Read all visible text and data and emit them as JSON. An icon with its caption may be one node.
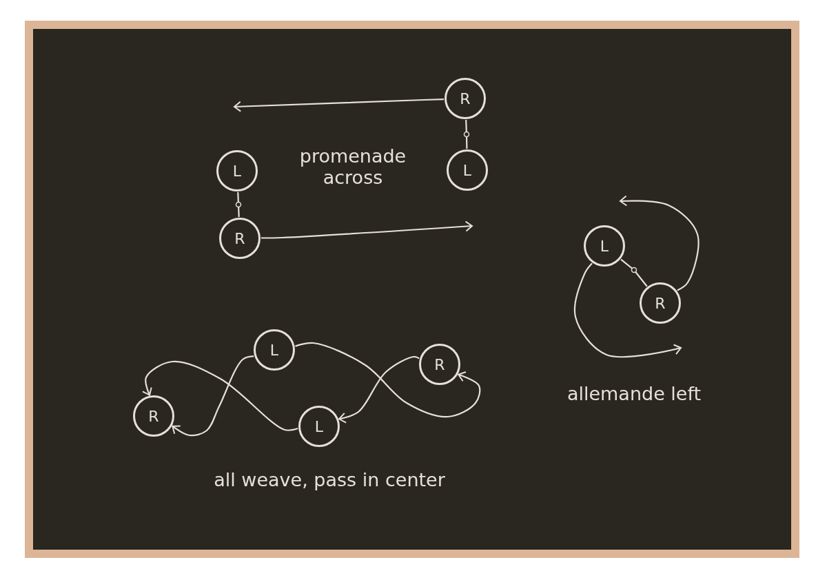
{
  "diagram": {
    "nodes": [
      {
        "text": [
          "R"
        ]
      },
      {
        "text": [
          "L"
        ]
      },
      {
        "text": [
          "L"
        ]
      },
      {
        "text": [
          "R"
        ]
      },
      {
        "text": [
          "L"
        ]
      },
      {
        "text": [
          "R"
        ]
      },
      {
        "text": [
          "L"
        ]
      },
      {
        "text": [
          "R"
        ]
      },
      {
        "text": [
          "R"
        ]
      },
      {
        "text": [
          "L"
        ]
      }
    ],
    "edges": [
      {
        "from": 0,
        "to": 1,
        "arrow": "none"
      },
      {
        "from": 2,
        "to": 3,
        "arrow": "none"
      },
      {
        "from": 4,
        "to": 5,
        "arrow": "none"
      },
      {
        "from": 0,
        "to": null,
        "arrow": "to"
      },
      {
        "from": 3,
        "to": null,
        "arrow": "to"
      },
      {
        "from": 5,
        "to": null,
        "arrow": "to"
      },
      {
        "from": 4,
        "to": null,
        "arrow": "to"
      },
      {
        "from": 6,
        "to": 7,
        "arrow": "to"
      },
      {
        "from": 7,
        "to": 9,
        "arrow": "to"
      },
      {
        "from": 9,
        "to": 8,
        "arrow": "to"
      },
      {
        "from": 6,
        "to": 8,
        "arrow": "to"
      }
    ],
    "labels": [
      "promenade across",
      "allemande left",
      "all weave, pass in center"
    ]
  }
}
